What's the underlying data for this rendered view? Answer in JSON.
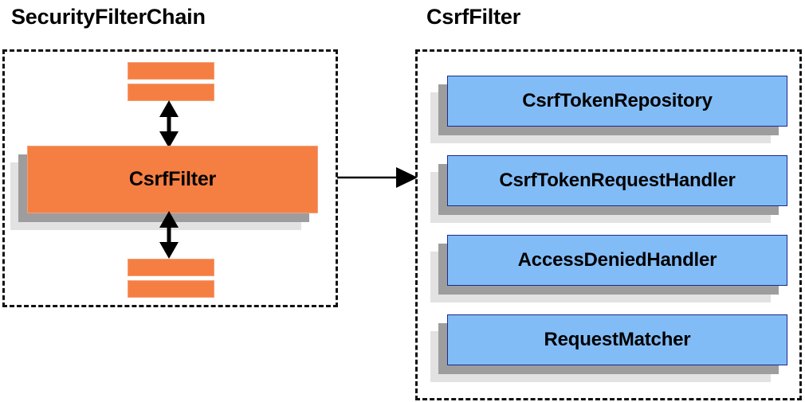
{
  "diagram": {
    "title_left": "SecurityFilterChain",
    "title_right": "CsrfFilter",
    "colors": {
      "orange_fill": "#F57F42",
      "orange_border": "#F2A07A",
      "blue_fill": "#82BCF7",
      "blue_border": "#1B2A8A",
      "shadow_dark": "#9D9D9D",
      "shadow_light": "#E2E2E2",
      "outline": "#111111",
      "text": "#000000"
    }
  },
  "security_filter_chain": {
    "container_style": "dashed-rectangle",
    "filters_above": [
      {
        "label": "",
        "kind": "unlabeled-filter-bar"
      },
      {
        "label": "",
        "kind": "unlabeled-filter-bar"
      }
    ],
    "focus_filter": {
      "label": "CsrfFilter"
    },
    "filters_below": [
      {
        "label": "",
        "kind": "unlabeled-filter-bar"
      },
      {
        "label": "",
        "kind": "unlabeled-filter-bar"
      }
    ],
    "connector_above": {
      "kind": "double-headed-vertical-arrow"
    },
    "connector_below": {
      "kind": "double-headed-vertical-arrow"
    }
  },
  "csrf_filter": {
    "container_style": "dashed-rectangle",
    "collaborators": [
      {
        "label": "CsrfTokenRepository"
      },
      {
        "label": "CsrfTokenRequestHandler"
      },
      {
        "label": "AccessDeniedHandler"
      },
      {
        "label": "RequestMatcher"
      }
    ]
  },
  "link": {
    "kind": "single-headed-horizontal-arrow",
    "from": "SecurityFilterChain.CsrfFilter",
    "to": "CsrfFilter"
  }
}
